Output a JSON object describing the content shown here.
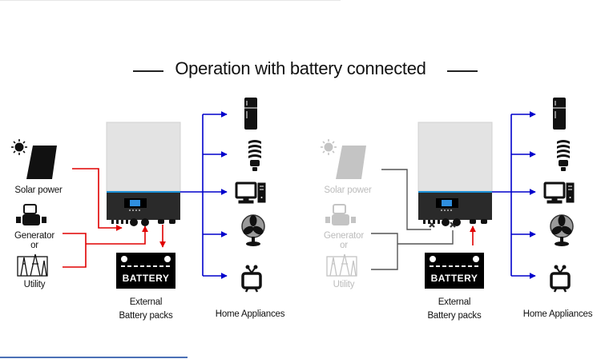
{
  "title": "Operation with battery connected",
  "colors": {
    "active_ac_line": "#e00000",
    "load_line": "#0000cc",
    "inactive_line": "#555555",
    "inverter_front": "#e4e4e4",
    "inverter_base": "#2b2b2b",
    "accent_stripe": "#1a8fd6",
    "faded_icon": "#bdbdbd"
  },
  "panels": [
    {
      "mode": "utility-available",
      "sources": [
        {
          "label": "Solar power",
          "icon": "solar-panel-icon",
          "state": "active"
        },
        {
          "label": "Generator",
          "icon": "generator-icon",
          "state": "active"
        },
        {
          "label": "or",
          "icon": null,
          "state": "active"
        },
        {
          "label": "Utility",
          "icon": "utility-tower-icon",
          "state": "active"
        }
      ],
      "battery": {
        "label_line1": "External",
        "label_line2": "Battery packs",
        "icon_text": "BATTERY",
        "flow": "charging"
      },
      "loads_label": "Home Appliances",
      "loads": [
        "refrigerator-icon",
        "bulb-icon",
        "computer-icon",
        "fan-icon",
        "tv-icon"
      ]
    },
    {
      "mode": "utility-unavailable",
      "sources": [
        {
          "label": "Solar power",
          "icon": "solar-panel-icon",
          "state": "inactive"
        },
        {
          "label": "Generator",
          "icon": "generator-icon",
          "state": "inactive"
        },
        {
          "label": "or",
          "icon": null,
          "state": "inactive"
        },
        {
          "label": "Utility",
          "icon": "utility-tower-icon",
          "state": "inactive"
        }
      ],
      "battery": {
        "label_line1": "External",
        "label_line2": "Battery packs",
        "icon_text": "BATTERY",
        "flow": "discharging"
      },
      "loads_label": "Home Appliances",
      "loads": [
        "refrigerator-icon",
        "bulb-icon",
        "computer-icon",
        "fan-icon",
        "tv-icon"
      ]
    }
  ]
}
